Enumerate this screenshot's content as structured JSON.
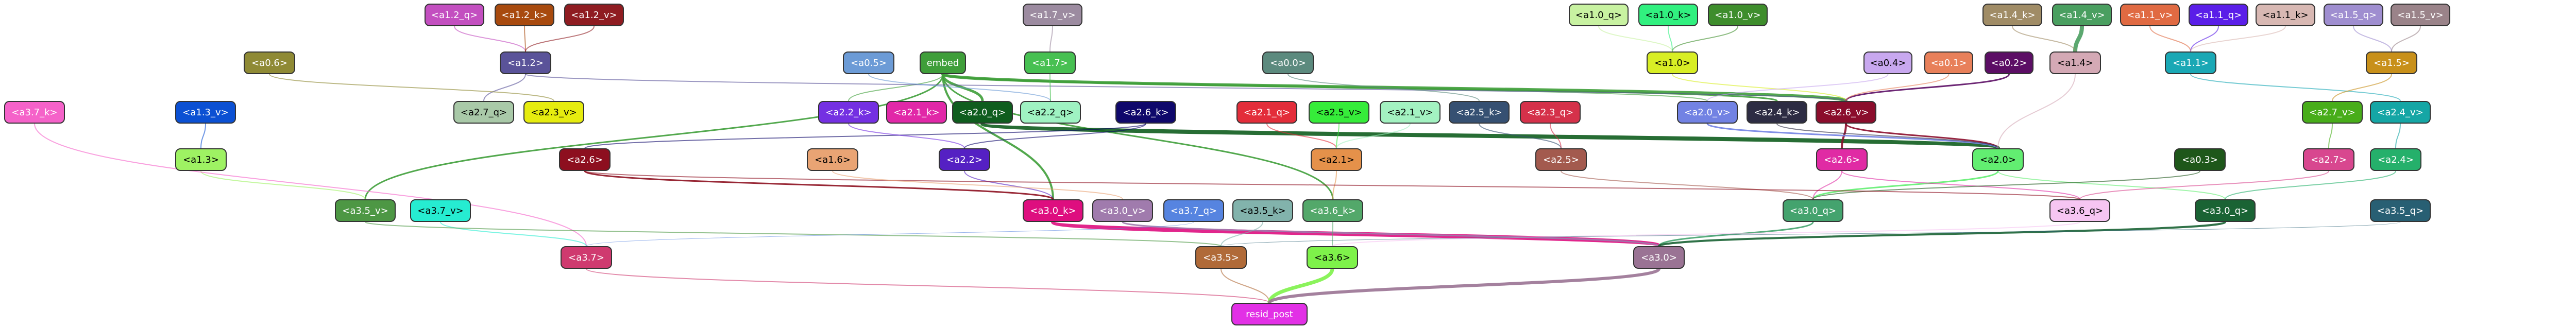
{
  "nodes": [
    {
      "id": "a1_2_q",
      "label": "<a1.2_q>",
      "color": "#c34fc0",
      "text": "dark"
    },
    {
      "id": "a1_2_k",
      "label": "<a1.2_k>",
      "color": "#a84a0e",
      "text": "dark"
    },
    {
      "id": "a1_2_v",
      "label": "<a1.2_v>",
      "color": "#8f1c21",
      "text": "dark"
    },
    {
      "id": "a1_7_v",
      "label": "<a1.7_v>",
      "color": "#9c8ba0",
      "text": "dark"
    },
    {
      "id": "a1_0_q",
      "label": "<a1.0_q>",
      "color": "#c8f2a1",
      "text": "light"
    },
    {
      "id": "a1_0_k",
      "label": "<a1.0_k>",
      "color": "#31f07f",
      "text": "light"
    },
    {
      "id": "a1_0_v",
      "label": "<a1.0_v>",
      "color": "#3e8d2c",
      "text": "dark"
    },
    {
      "id": "a1_4_k",
      "label": "<a1.4_k>",
      "color": "#a08c66",
      "text": "dark"
    },
    {
      "id": "a1_4_v",
      "label": "<a1.4_v>",
      "color": "#4a9f60",
      "text": "dark"
    },
    {
      "id": "a1_1_v",
      "label": "<a1.1_v>",
      "color": "#e06a42",
      "text": "dark"
    },
    {
      "id": "a1_1_q",
      "label": "<a1.1_q>",
      "color": "#5a1ee8",
      "text": "dark"
    },
    {
      "id": "a1_1_k",
      "label": "<a1.1_k>",
      "color": "#d8b8b3",
      "text": "light"
    },
    {
      "id": "a1_5_q",
      "label": "<a1.5_q>",
      "color": "#9f8ed0",
      "text": "dark"
    },
    {
      "id": "a1_5_v",
      "label": "<a1.5_v>",
      "color": "#9a8389",
      "text": "dark"
    },
    {
      "id": "a0_6",
      "label": "<a0.6>",
      "color": "#8f8a35",
      "text": "dark"
    },
    {
      "id": "a1_2",
      "label": "<a1.2>",
      "color": "#5a5399",
      "text": "dark"
    },
    {
      "id": "a0_5",
      "label": "<a0.5>",
      "color": "#6c9bd6",
      "text": "dark"
    },
    {
      "id": "embed",
      "label": "embed",
      "color": "#3f9e3a",
      "text": "dark"
    },
    {
      "id": "a1_7",
      "label": "<a1.7>",
      "color": "#47c052",
      "text": "dark"
    },
    {
      "id": "a0_0",
      "label": "<a0.0>",
      "color": "#5c8a7e",
      "text": "dark"
    },
    {
      "id": "a1_0",
      "label": "<a1.0>",
      "color": "#d8ee25",
      "text": "light"
    },
    {
      "id": "a0_4",
      "label": "<a0.4>",
      "color": "#c8a8ef",
      "text": "light"
    },
    {
      "id": "a0_1",
      "label": "<a0.1>",
      "color": "#e8805a",
      "text": "dark"
    },
    {
      "id": "a0_2",
      "label": "<a0.2>",
      "color": "#5c0e65",
      "text": "dark"
    },
    {
      "id": "a1_4",
      "label": "<a1.4>",
      "color": "#d4a9b5",
      "text": "light"
    },
    {
      "id": "a1_1",
      "label": "<a1.1>",
      "color": "#1aa8b5",
      "text": "dark"
    },
    {
      "id": "a1_5",
      "label": "<a1.5>",
      "color": "#c8901a",
      "text": "dark"
    },
    {
      "id": "a3_7_k",
      "label": "<a3.7_k>",
      "color": "#f562c9",
      "text": "dark"
    },
    {
      "id": "a1_3_v",
      "label": "<a1.3_v>",
      "color": "#0b50d3",
      "text": "dark"
    },
    {
      "id": "a2_7_q",
      "label": "<a2.7_q>",
      "color": "#a9c9a8",
      "text": "light"
    },
    {
      "id": "a2_3_v",
      "label": "<a2.3_v>",
      "color": "#e6ec0f",
      "text": "light"
    },
    {
      "id": "a2_2_k",
      "label": "<a2.2_k>",
      "color": "#7430e2",
      "text": "dark"
    },
    {
      "id": "a2_1_k",
      "label": "<a2.1_k>",
      "color": "#e128a8",
      "text": "dark"
    },
    {
      "id": "a2_0_q",
      "label": "<a2.0_q>",
      "color": "#0f5d1e",
      "text": "dark"
    },
    {
      "id": "a2_2_q",
      "label": "<a2.2_q>",
      "color": "#9ff2c2",
      "text": "light"
    },
    {
      "id": "a2_6_k",
      "label": "<a2.6_k>",
      "color": "#0f086b",
      "text": "dark"
    },
    {
      "id": "a2_1_q",
      "label": "<a2.1_q>",
      "color": "#e32d3a",
      "text": "dark"
    },
    {
      "id": "a2_5_v",
      "label": "<a2.5_v>",
      "color": "#36ec3a",
      "text": "light"
    },
    {
      "id": "a2_1_v",
      "label": "<a2.1_v>",
      "color": "#a3f2c1",
      "text": "light"
    },
    {
      "id": "a2_5_k",
      "label": "<a2.5_k>",
      "color": "#365072",
      "text": "dark"
    },
    {
      "id": "a2_3_q",
      "label": "<a2.3_q>",
      "color": "#d5314a",
      "text": "dark"
    },
    {
      "id": "a2_0_v",
      "label": "<a2.0_v>",
      "color": "#7282e3",
      "text": "dark"
    },
    {
      "id": "a2_4_k",
      "label": "<a2.4_k>",
      "color": "#2d2c43",
      "text": "dark"
    },
    {
      "id": "a2_6_v",
      "label": "<a2.6_v>",
      "color": "#8b0d2c",
      "text": "dark"
    },
    {
      "id": "a2_7_v",
      "label": "<a2.7_v>",
      "color": "#48ad1a",
      "text": "dark"
    },
    {
      "id": "a2_4_v",
      "label": "<a2.4_v>",
      "color": "#15a6a5",
      "text": "dark"
    },
    {
      "id": "a1_3",
      "label": "<a1.3>",
      "color": "#9ef263",
      "text": "light"
    },
    {
      "id": "a2_6",
      "label": "<a2.6>",
      "color": "#8d0f1f",
      "text": "dark"
    },
    {
      "id": "a1_6",
      "label": "<a1.6>",
      "color": "#e9a474",
      "text": "light"
    },
    {
      "id": "a2_2",
      "label": "<a2.2>",
      "color": "#5520c3",
      "text": "dark"
    },
    {
      "id": "a2_1",
      "label": "<a2.1>",
      "color": "#e5914a",
      "text": "light"
    },
    {
      "id": "a2_5",
      "label": "<a2.5>",
      "color": "#a35a4e",
      "text": "dark"
    },
    {
      "id": "a2_6b",
      "label": "<a2.6>",
      "color": "#e02ba4",
      "text": "dark"
    },
    {
      "id": "a2_0",
      "label": "<a2.0>",
      "color": "#62ee71",
      "text": "light"
    },
    {
      "id": "a0_3",
      "label": "<a0.3>",
      "color": "#1e571a",
      "text": "dark"
    },
    {
      "id": "a2_7",
      "label": "<a2.7>",
      "color": "#d8478f",
      "text": "dark"
    },
    {
      "id": "a2_4",
      "label": "<a2.4>",
      "color": "#25b06b",
      "text": "dark"
    },
    {
      "id": "a3_5_v",
      "label": "<a3.5_v>",
      "color": "#4d9744",
      "text": "dark"
    },
    {
      "id": "a3_7_v",
      "label": "<a3.7_v>",
      "color": "#26ecd1",
      "text": "light"
    },
    {
      "id": "a3_0_k",
      "label": "<a3.0_k>",
      "color": "#de0e7f",
      "text": "dark"
    },
    {
      "id": "a3_0_v",
      "label": "<a3.0_v>",
      "color": "#a07bad",
      "text": "dark"
    },
    {
      "id": "a3_7_q",
      "label": "<a3.7_q>",
      "color": "#5684e0",
      "text": "dark"
    },
    {
      "id": "a3_5_k",
      "label": "<a3.5_k>",
      "color": "#82b3ac",
      "text": "light"
    },
    {
      "id": "a3_6_k",
      "label": "<a3.6_k>",
      "color": "#53a86a",
      "text": "dark"
    },
    {
      "id": "a3_0_q",
      "label": "<a3.0_q>",
      "color": "#44a36e",
      "text": "dark"
    },
    {
      "id": "a3_6_q",
      "label": "<a3.6_q>",
      "color": "#f6c5f2",
      "text": "light"
    },
    {
      "id": "a3_0_q2",
      "label": "<a3.0_q>",
      "color": "#1a6334",
      "text": "dark"
    },
    {
      "id": "a3_5_q",
      "label": "<a3.5_q>",
      "color": "#285f73",
      "text": "dark"
    },
    {
      "id": "a3_7",
      "label": "<a3.7>",
      "color": "#cf3a6f",
      "text": "dark"
    },
    {
      "id": "a3_5",
      "label": "<a3.5>",
      "color": "#b06a38",
      "text": "dark"
    },
    {
      "id": "a3_6",
      "label": "<a3.6>",
      "color": "#7ef24a",
      "text": "light"
    },
    {
      "id": "a3_0",
      "label": "<a3.0>",
      "color": "#9a7394",
      "text": "dark"
    },
    {
      "id": "resid_post",
      "label": "resid_post",
      "color": "#e230e6",
      "text": "dark"
    }
  ],
  "edges": [
    {
      "from": "a1_2_q",
      "to": "a1_2",
      "color": "#c34fc0",
      "w": 2
    },
    {
      "from": "a1_2_k",
      "to": "a1_2",
      "color": "#a84a0e",
      "w": 2
    },
    {
      "from": "a1_2_v",
      "to": "a1_2",
      "color": "#8f1c21",
      "w": 2
    },
    {
      "from": "a1_7_v",
      "to": "a1_7",
      "color": "#9c8ba0",
      "w": 2
    },
    {
      "from": "a1_0_k",
      "to": "a1_0",
      "color": "#31f07f",
      "w": 2
    },
    {
      "from": "a1_0_v",
      "to": "a1_0",
      "color": "#3e8d2c",
      "w": 2
    },
    {
      "from": "a1_0_q",
      "to": "a1_0",
      "color": "#c8f2a1",
      "w": 2
    },
    {
      "from": "a1_4_v",
      "to": "a1_4",
      "color": "#4a9f60",
      "w": 8
    },
    {
      "from": "a1_4_k",
      "to": "a1_4",
      "color": "#a08c66",
      "w": 2
    },
    {
      "from": "a1_1_v",
      "to": "a1_1",
      "color": "#e06a42",
      "w": 2
    },
    {
      "from": "a1_1_q",
      "to": "a1_1",
      "color": "#5a1ee8",
      "w": 2
    },
    {
      "from": "a1_1_k",
      "to": "a1_1",
      "color": "#d8b8b3",
      "w": 2
    },
    {
      "from": "a1_5_q",
      "to": "a1_5",
      "color": "#9f8ed0",
      "w": 2
    },
    {
      "from": "a1_5_v",
      "to": "a1_5",
      "color": "#9a8389",
      "w": 2
    },
    {
      "from": "embed",
      "to": "a2_6_v",
      "color": "#3f9e3a",
      "w": 6
    },
    {
      "from": "embed",
      "to": "a2_0_q",
      "color": "#3f9e3a",
      "w": 5
    },
    {
      "from": "embed",
      "to": "a3_0_k",
      "color": "#3f9e3a",
      "w": 4
    },
    {
      "from": "embed",
      "to": "a3_5_v",
      "color": "#3f9e3a",
      "w": 3
    },
    {
      "from": "embed",
      "to": "a3_6_k",
      "color": "#3f9e3a",
      "w": 3
    },
    {
      "from": "embed",
      "to": "a2_4_k",
      "color": "#3f9e3a",
      "w": 3
    },
    {
      "from": "embed",
      "to": "a2_0_v",
      "color": "#3f9e3a",
      "w": 2
    },
    {
      "from": "embed",
      "to": "a2_2_k",
      "color": "#3f9e3a",
      "w": 2
    },
    {
      "from": "a2_0_q",
      "to": "a2_0",
      "color": "#0f5d1e",
      "w": 8
    },
    {
      "from": "a2_6_k",
      "to": "a2_6",
      "color": "#0f086b",
      "w": 2
    },
    {
      "from": "a2_6_v",
      "to": "a2_6b",
      "color": "#8b0d2c",
      "w": 4
    },
    {
      "from": "a2_6_v",
      "to": "a2_0",
      "color": "#8b0d2c",
      "w": 3
    },
    {
      "from": "a2_0_v",
      "to": "a2_0",
      "color": "#7282e3",
      "w": 3
    },
    {
      "from": "a2_4_k",
      "to": "a2_0",
      "color": "#2d2c43",
      "w": 2
    },
    {
      "from": "a2_2_k",
      "to": "a2_2",
      "color": "#7430e2",
      "w": 2
    },
    {
      "from": "a2_1_q",
      "to": "a2_1",
      "color": "#e32d3a",
      "w": 2
    },
    {
      "from": "a2_5_k",
      "to": "a2_5",
      "color": "#365072",
      "w": 2
    },
    {
      "from": "a2_7_v",
      "to": "a2_7",
      "color": "#48ad1a",
      "w": 2
    },
    {
      "from": "a2_4_v",
      "to": "a2_4",
      "color": "#15a6a5",
      "w": 2
    },
    {
      "from": "a1_3_v",
      "to": "a1_3",
      "color": "#0b50d3",
      "w": 2
    },
    {
      "from": "a1_3",
      "to": "a3_5_v",
      "color": "#9ef263",
      "w": 2
    },
    {
      "from": "a3_7_k",
      "to": "a3_7",
      "color": "#f562c9",
      "w": 2
    },
    {
      "from": "a3_7_v",
      "to": "a3_7",
      "color": "#26ecd1",
      "w": 2
    },
    {
      "from": "a3_5_v",
      "to": "a3_5",
      "color": "#4d9744",
      "w": 2
    },
    {
      "from": "a3_0_k",
      "to": "a3_0",
      "color": "#de0e7f",
      "w": 8
    },
    {
      "from": "a3_0_v",
      "to": "a3_0",
      "color": "#a07bad",
      "w": 3
    },
    {
      "from": "a3_0_q",
      "to": "a3_0",
      "color": "#44a36e",
      "w": 3
    },
    {
      "from": "a3_0_q2",
      "to": "a3_0",
      "color": "#1a6334",
      "w": 4
    },
    {
      "from": "a3_6_k",
      "to": "a3_6",
      "color": "#53a86a",
      "w": 2
    },
    {
      "from": "a3_6_q",
      "to": "a3_6",
      "color": "#f6c5f2",
      "w": 2
    },
    {
      "from": "a3_5_k",
      "to": "a3_5",
      "color": "#82b3ac",
      "w": 2
    },
    {
      "from": "a3_7",
      "to": "resid_post",
      "color": "#cf3a6f",
      "w": 2
    },
    {
      "from": "a3_5",
      "to": "resid_post",
      "color": "#b06a38",
      "w": 2
    },
    {
      "from": "a3_6",
      "to": "resid_post",
      "color": "#7ef24a",
      "w": 7
    },
    {
      "from": "a3_0",
      "to": "resid_post",
      "color": "#9a7394",
      "w": 6
    },
    {
      "from": "a2_0",
      "to": "a3_0_q",
      "color": "#62ee71",
      "w": 3
    },
    {
      "from": "a2_0",
      "to": "a3_0_q2",
      "color": "#62ee71",
      "w": 2
    },
    {
      "from": "a2_6b",
      "to": "a3_0_q",
      "color": "#e02ba4",
      "w": 2
    },
    {
      "from": "a2_6b",
      "to": "a3_6_q",
      "color": "#e02ba4",
      "w": 2
    },
    {
      "from": "a2_7",
      "to": "a3_6_q",
      "color": "#d8478f",
      "w": 2
    },
    {
      "from": "a0_3",
      "to": "a3_0_q",
      "color": "#1e571a",
      "w": 2
    },
    {
      "from": "a2_1",
      "to": "a3_6_k",
      "color": "#e5914a",
      "w": 2
    },
    {
      "from": "a2_5",
      "to": "a3_0_q",
      "color": "#a35a4e",
      "w": 2
    },
    {
      "from": "a2_2",
      "to": "a3_0_k",
      "color": "#5520c3",
      "w": 2
    },
    {
      "from": "a2_6",
      "to": "a3_0_k",
      "color": "#8d0f1f",
      "w": 3
    },
    {
      "from": "a2_6",
      "to": "a3_6_q",
      "color": "#8d0f1f",
      "w": 2
    },
    {
      "from": "a1_6",
      "to": "a3_0_v",
      "color": "#e9a474",
      "w": 2
    },
    {
      "from": "a1_2",
      "to": "a2_7_q",
      "color": "#5a5399",
      "w": 2
    },
    {
      "from": "a1_2",
      "to": "a2_6_v",
      "color": "#5a5399",
      "w": 2
    },
    {
      "from": "a0_6",
      "to": "a2_3_v",
      "color": "#8f8a35",
      "w": 2
    },
    {
      "from": "a0_5",
      "to": "a2_2_q",
      "color": "#6c9bd6",
      "w": 2
    },
    {
      "from": "a1_7",
      "to": "a2_2_q",
      "color": "#47c052",
      "w": 2
    },
    {
      "from": "a0_0",
      "to": "a2_5_k",
      "color": "#5c8a7e",
      "w": 2
    },
    {
      "from": "a1_0",
      "to": "a2_6_v",
      "color": "#d8ee25",
      "w": 2
    },
    {
      "from": "a0_2",
      "to": "a2_6_v",
      "color": "#5c0e65",
      "w": 3
    },
    {
      "from": "a0_1",
      "to": "a2_6_v",
      "color": "#e8805a",
      "w": 2
    },
    {
      "from": "a1_4",
      "to": "a2_0",
      "color": "#d4a9b5",
      "w": 2
    },
    {
      "from": "a1_1",
      "to": "a2_4_v",
      "color": "#1aa8b5",
      "w": 2
    },
    {
      "from": "a1_5",
      "to": "a2_7_v",
      "color": "#c8901a",
      "w": 2
    },
    {
      "from": "a0_4",
      "to": "a2_0_v",
      "color": "#c8a8ef",
      "w": 2
    },
    {
      "from": "a2_6_k",
      "to": "a2_2",
      "color": "#0f086b",
      "w": 2
    },
    {
      "from": "a2_5_v",
      "to": "a2_1",
      "color": "#36ec3a",
      "w": 2
    },
    {
      "from": "a2_1_v",
      "to": "a2_1",
      "color": "#a3f2c1",
      "w": 2
    },
    {
      "from": "a2_3_q",
      "to": "a2_5",
      "color": "#d5314a",
      "w": 2
    },
    {
      "from": "a3_5_q",
      "to": "a3_5",
      "color": "#285f73",
      "w": 1
    },
    {
      "from": "a3_7_q",
      "to": "a3_7",
      "color": "#5684e0",
      "w": 1
    },
    {
      "from": "a2_4",
      "to": "a3_0_q2",
      "color": "#25b06b",
      "w": 2
    }
  ]
}
